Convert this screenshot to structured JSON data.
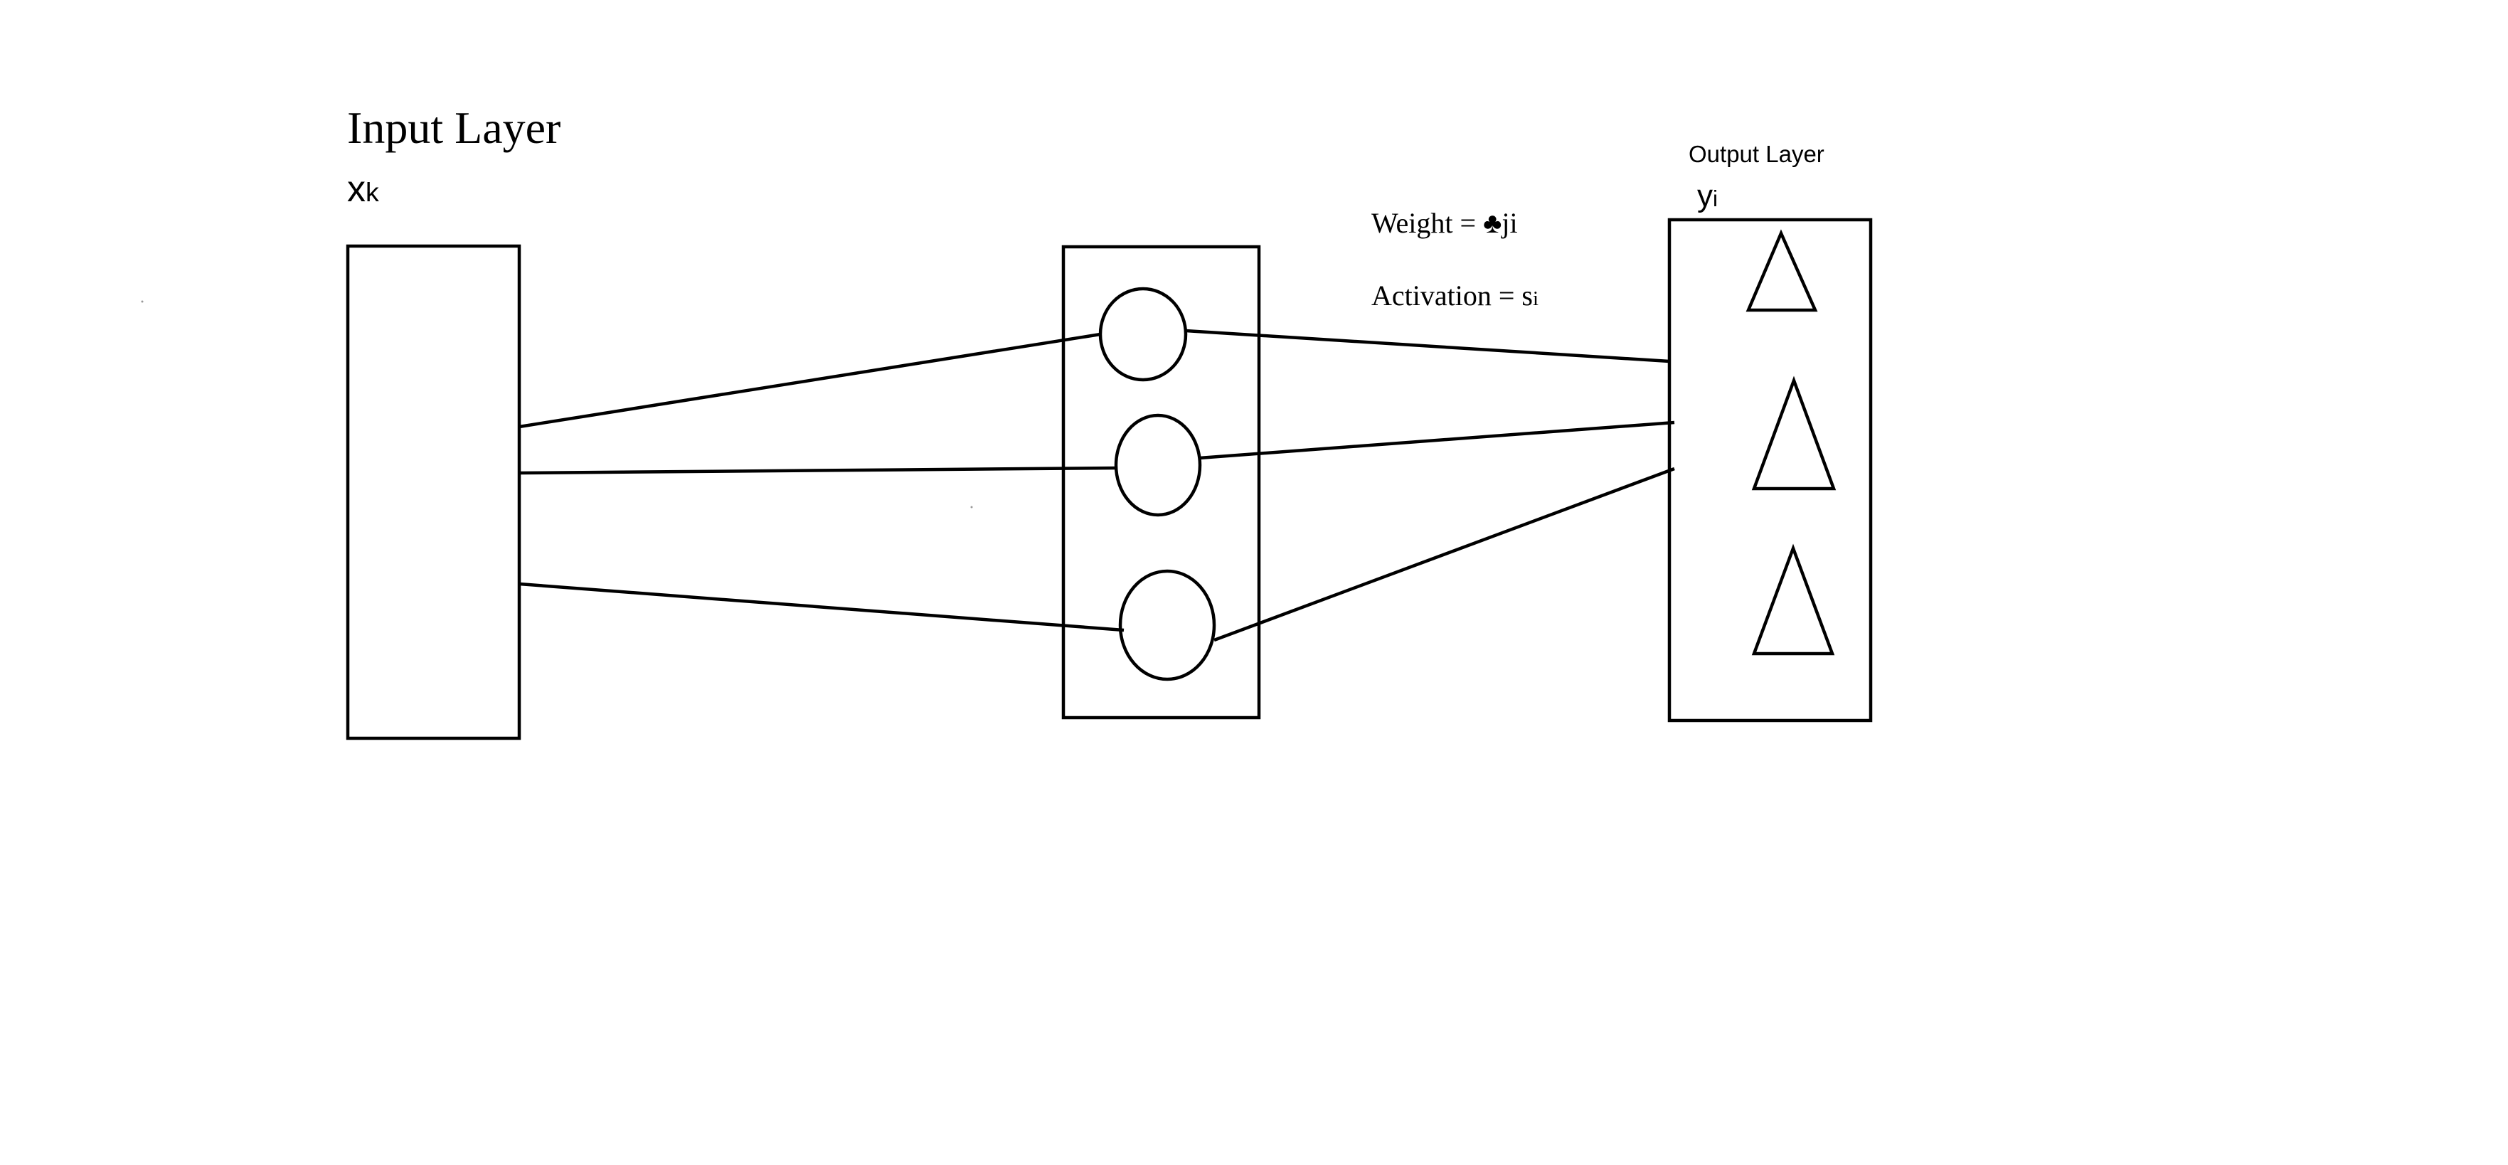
{
  "labels": {
    "input_title": "Input Layer",
    "input_var": "x",
    "input_var_sub": "k",
    "weight": "Weight = ♣ji",
    "activation": "Activation = s",
    "activation_sub": "i",
    "output_title": "Output Layer",
    "output_var": "y",
    "output_var_sub": "i"
  },
  "colors": {
    "stroke": "#000000",
    "background": "#ffffff"
  }
}
